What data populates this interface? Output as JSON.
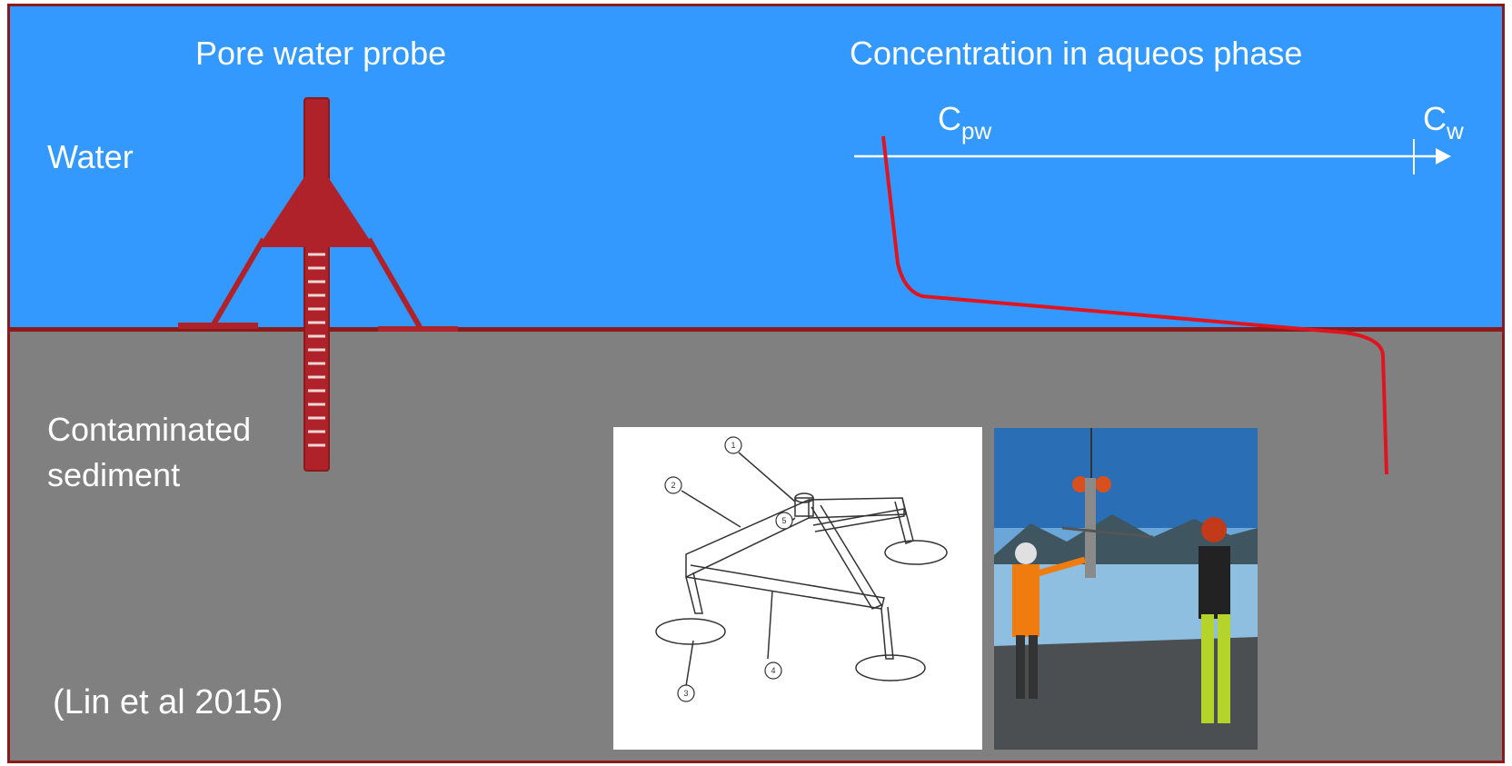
{
  "labels": {
    "probe_title": "Pore water probe",
    "concentration_title": "Concentration in aqueos phase",
    "water": "Water",
    "sediment_line1": "Contaminated",
    "sediment_line2": "sediment",
    "citation": "(Lin et al 2015)"
  },
  "axis": {
    "cpw_main": "C",
    "cpw_sub": "pw",
    "cw_main": "C",
    "cw_sub": "w"
  },
  "drawing_callouts": [
    "1",
    "2",
    "3",
    "4",
    "5"
  ],
  "colors": {
    "water": "#3399ff",
    "sediment": "#808080",
    "probe": "#b0222a",
    "border": "#8b1a1a",
    "profile_line": "#e0141e"
  }
}
